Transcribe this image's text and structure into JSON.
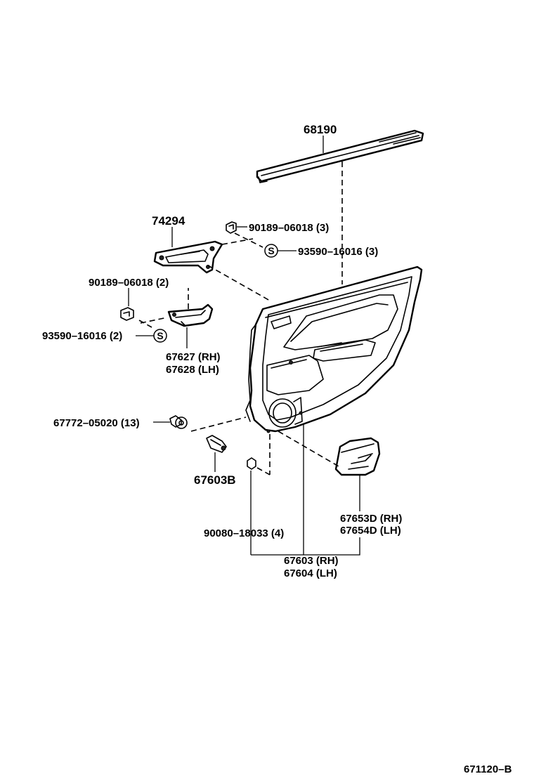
{
  "parts": {
    "p68190": "68190",
    "p74294": "74294",
    "p90189_06018_3": "90189–06018 (3)",
    "p93590_16016_3": "93590–16016 (3)",
    "p90189_06018_2": "90189–06018 (2)",
    "p93590_16016_2": "93590–16016 (2)",
    "p67627": "67627 (RH)",
    "p67628": "67628 (LH)",
    "p67772_05020": "67772–05020 (13)",
    "p67603B": "67603B",
    "p67653D": "67653D (RH)",
    "p67654D": "67654D (LH)",
    "p90080_18033": "90080–18033 (4)",
    "p67603": "67603 (RH)",
    "p67604": "67604 (LH)"
  },
  "symbols": {
    "s_mark": "S"
  },
  "footer": {
    "diagram_code": "671120–B"
  }
}
